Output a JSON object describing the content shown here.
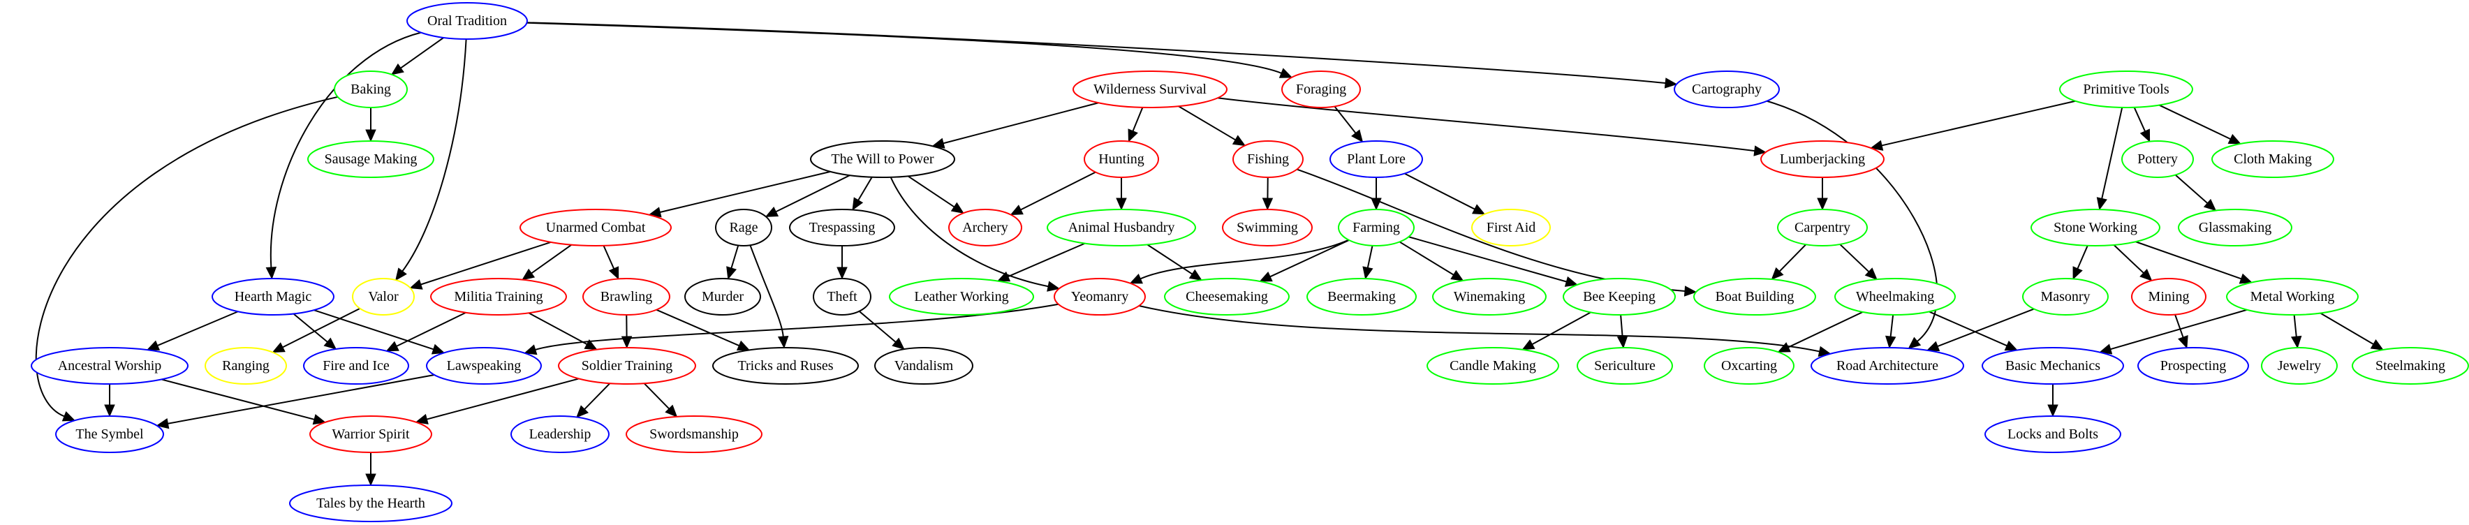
{
  "diagram": {
    "type": "directed-graph",
    "title": "",
    "legend_colors": {
      "blue": "#0000ff",
      "green": "#00ff00",
      "red": "#ff0000",
      "yellow": "#ffff00",
      "black": "#000000"
    },
    "nodes": [
      {
        "id": "oral_tradition",
        "label": "Oral Tradition",
        "color": "#0000ff"
      },
      {
        "id": "baking",
        "label": "Baking",
        "color": "#00ff00"
      },
      {
        "id": "sausage_making",
        "label": "Sausage Making",
        "color": "#00ff00"
      },
      {
        "id": "wilderness_survival",
        "label": "Wilderness Survival",
        "color": "#ff0000"
      },
      {
        "id": "foraging",
        "label": "Foraging",
        "color": "#ff0000"
      },
      {
        "id": "cartography",
        "label": "Cartography",
        "color": "#0000ff"
      },
      {
        "id": "primitive_tools",
        "label": "Primitive Tools",
        "color": "#00ff00"
      },
      {
        "id": "will_to_power",
        "label": "The Will to Power",
        "color": "#000000"
      },
      {
        "id": "hunting",
        "label": "Hunting",
        "color": "#ff0000"
      },
      {
        "id": "fishing",
        "label": "Fishing",
        "color": "#ff0000"
      },
      {
        "id": "plant_lore",
        "label": "Plant Lore",
        "color": "#0000ff"
      },
      {
        "id": "lumberjacking",
        "label": "Lumberjacking",
        "color": "#ff0000"
      },
      {
        "id": "pottery",
        "label": "Pottery",
        "color": "#00ff00"
      },
      {
        "id": "cloth_making",
        "label": "Cloth Making",
        "color": "#00ff00"
      },
      {
        "id": "unarmed_combat",
        "label": "Unarmed Combat",
        "color": "#ff0000"
      },
      {
        "id": "rage",
        "label": "Rage",
        "color": "#000000"
      },
      {
        "id": "trespassing",
        "label": "Trespassing",
        "color": "#000000"
      },
      {
        "id": "archery",
        "label": "Archery",
        "color": "#ff0000"
      },
      {
        "id": "animal_husbandry",
        "label": "Animal Husbandry",
        "color": "#00ff00"
      },
      {
        "id": "swimming",
        "label": "Swimming",
        "color": "#ff0000"
      },
      {
        "id": "farming",
        "label": "Farming",
        "color": "#00ff00"
      },
      {
        "id": "first_aid",
        "label": "First Aid",
        "color": "#ffff00"
      },
      {
        "id": "carpentry",
        "label": "Carpentry",
        "color": "#00ff00"
      },
      {
        "id": "stone_working",
        "label": "Stone Working",
        "color": "#00ff00"
      },
      {
        "id": "glassmaking",
        "label": "Glassmaking",
        "color": "#00ff00"
      },
      {
        "id": "hearth_magic",
        "label": "Hearth Magic",
        "color": "#0000ff"
      },
      {
        "id": "valor",
        "label": "Valor",
        "color": "#ffff00"
      },
      {
        "id": "militia_training",
        "label": "Militia Training",
        "color": "#ff0000"
      },
      {
        "id": "brawling",
        "label": "Brawling",
        "color": "#ff0000"
      },
      {
        "id": "murder",
        "label": "Murder",
        "color": "#000000"
      },
      {
        "id": "theft",
        "label": "Theft",
        "color": "#000000"
      },
      {
        "id": "leather_working",
        "label": "Leather Working",
        "color": "#00ff00"
      },
      {
        "id": "yeomanry",
        "label": "Yeomanry",
        "color": "#ff0000"
      },
      {
        "id": "cheesemaking",
        "label": "Cheesemaking",
        "color": "#00ff00"
      },
      {
        "id": "beermaking",
        "label": "Beermaking",
        "color": "#00ff00"
      },
      {
        "id": "winemaking",
        "label": "Winemaking",
        "color": "#00ff00"
      },
      {
        "id": "bee_keeping",
        "label": "Bee Keeping",
        "color": "#00ff00"
      },
      {
        "id": "boat_building",
        "label": "Boat Building",
        "color": "#00ff00"
      },
      {
        "id": "wheelmaking",
        "label": "Wheelmaking",
        "color": "#00ff00"
      },
      {
        "id": "masonry",
        "label": "Masonry",
        "color": "#00ff00"
      },
      {
        "id": "mining",
        "label": "Mining",
        "color": "#ff0000"
      },
      {
        "id": "metal_working",
        "label": "Metal Working",
        "color": "#00ff00"
      },
      {
        "id": "ancestral_worship",
        "label": "Ancestral Worship",
        "color": "#0000ff"
      },
      {
        "id": "ranging",
        "label": "Ranging",
        "color": "#ffff00"
      },
      {
        "id": "fire_and_ice",
        "label": "Fire and Ice",
        "color": "#0000ff"
      },
      {
        "id": "lawspeaking",
        "label": "Lawspeaking",
        "color": "#0000ff"
      },
      {
        "id": "soldier_training",
        "label": "Soldier Training",
        "color": "#ff0000"
      },
      {
        "id": "tricks_and_ruses",
        "label": "Tricks and Ruses",
        "color": "#000000"
      },
      {
        "id": "vandalism",
        "label": "Vandalism",
        "color": "#000000"
      },
      {
        "id": "candle_making",
        "label": "Candle Making",
        "color": "#00ff00"
      },
      {
        "id": "sericulture",
        "label": "Sericulture",
        "color": "#00ff00"
      },
      {
        "id": "oxcarting",
        "label": "Oxcarting",
        "color": "#00ff00"
      },
      {
        "id": "road_architecture",
        "label": "Road Architecture",
        "color": "#0000ff"
      },
      {
        "id": "basic_mechanics",
        "label": "Basic Mechanics",
        "color": "#0000ff"
      },
      {
        "id": "prospecting",
        "label": "Prospecting",
        "color": "#0000ff"
      },
      {
        "id": "jewelry",
        "label": "Jewelry",
        "color": "#00ff00"
      },
      {
        "id": "steelmaking",
        "label": "Steelmaking",
        "color": "#00ff00"
      },
      {
        "id": "the_symbel",
        "label": "The Symbel",
        "color": "#0000ff"
      },
      {
        "id": "warrior_spirit",
        "label": "Warrior Spirit",
        "color": "#ff0000"
      },
      {
        "id": "leadership",
        "label": "Leadership",
        "color": "#0000ff"
      },
      {
        "id": "swordsmanship",
        "label": "Swordsmanship",
        "color": "#ff0000"
      },
      {
        "id": "locks_and_bolts",
        "label": "Locks and Bolts",
        "color": "#0000ff"
      },
      {
        "id": "tales_by_the_hearth",
        "label": "Tales by the Hearth",
        "color": "#0000ff"
      }
    ],
    "edges": [
      {
        "from": "oral_tradition",
        "to": "baking"
      },
      {
        "from": "oral_tradition",
        "to": "hearth_magic"
      },
      {
        "from": "oral_tradition",
        "to": "valor"
      },
      {
        "from": "oral_tradition",
        "to": "foraging"
      },
      {
        "from": "oral_tradition",
        "to": "cartography"
      },
      {
        "from": "baking",
        "to": "sausage_making"
      },
      {
        "from": "baking",
        "to": "the_symbel"
      },
      {
        "from": "wilderness_survival",
        "to": "will_to_power"
      },
      {
        "from": "wilderness_survival",
        "to": "hunting"
      },
      {
        "from": "wilderness_survival",
        "to": "fishing"
      },
      {
        "from": "wilderness_survival",
        "to": "lumberjacking"
      },
      {
        "from": "foraging",
        "to": "plant_lore"
      },
      {
        "from": "cartography",
        "to": "road_architecture"
      },
      {
        "from": "primitive_tools",
        "to": "lumberjacking"
      },
      {
        "from": "primitive_tools",
        "to": "stone_working"
      },
      {
        "from": "primitive_tools",
        "to": "pottery"
      },
      {
        "from": "primitive_tools",
        "to": "cloth_making"
      },
      {
        "from": "will_to_power",
        "to": "unarmed_combat"
      },
      {
        "from": "will_to_power",
        "to": "rage"
      },
      {
        "from": "will_to_power",
        "to": "trespassing"
      },
      {
        "from": "will_to_power",
        "to": "archery"
      },
      {
        "from": "will_to_power",
        "to": "yeomanry"
      },
      {
        "from": "hunting",
        "to": "archery"
      },
      {
        "from": "hunting",
        "to": "animal_husbandry"
      },
      {
        "from": "fishing",
        "to": "swimming"
      },
      {
        "from": "fishing",
        "to": "boat_building"
      },
      {
        "from": "plant_lore",
        "to": "farming"
      },
      {
        "from": "plant_lore",
        "to": "first_aid"
      },
      {
        "from": "lumberjacking",
        "to": "carpentry"
      },
      {
        "from": "pottery",
        "to": "glassmaking"
      },
      {
        "from": "unarmed_combat",
        "to": "valor"
      },
      {
        "from": "unarmed_combat",
        "to": "militia_training"
      },
      {
        "from": "unarmed_combat",
        "to": "brawling"
      },
      {
        "from": "rage",
        "to": "murder"
      },
      {
        "from": "rage",
        "to": "tricks_and_ruses"
      },
      {
        "from": "trespassing",
        "to": "theft"
      },
      {
        "from": "animal_husbandry",
        "to": "leather_working"
      },
      {
        "from": "animal_husbandry",
        "to": "cheesemaking"
      },
      {
        "from": "farming",
        "to": "yeomanry"
      },
      {
        "from": "farming",
        "to": "cheesemaking"
      },
      {
        "from": "farming",
        "to": "beermaking"
      },
      {
        "from": "farming",
        "to": "winemaking"
      },
      {
        "from": "farming",
        "to": "bee_keeping"
      },
      {
        "from": "carpentry",
        "to": "boat_building"
      },
      {
        "from": "carpentry",
        "to": "wheelmaking"
      },
      {
        "from": "stone_working",
        "to": "masonry"
      },
      {
        "from": "stone_working",
        "to": "mining"
      },
      {
        "from": "stone_working",
        "to": "metal_working"
      },
      {
        "from": "hearth_magic",
        "to": "ancestral_worship"
      },
      {
        "from": "hearth_magic",
        "to": "fire_and_ice"
      },
      {
        "from": "hearth_magic",
        "to": "lawspeaking"
      },
      {
        "from": "valor",
        "to": "ranging"
      },
      {
        "from": "militia_training",
        "to": "fire_and_ice"
      },
      {
        "from": "militia_training",
        "to": "soldier_training"
      },
      {
        "from": "brawling",
        "to": "soldier_training"
      },
      {
        "from": "brawling",
        "to": "tricks_and_ruses"
      },
      {
        "from": "theft",
        "to": "vandalism"
      },
      {
        "from": "yeomanry",
        "to": "lawspeaking"
      },
      {
        "from": "yeomanry",
        "to": "road_architecture"
      },
      {
        "from": "bee_keeping",
        "to": "candle_making"
      },
      {
        "from": "bee_keeping",
        "to": "sericulture"
      },
      {
        "from": "wheelmaking",
        "to": "oxcarting"
      },
      {
        "from": "wheelmaking",
        "to": "road_architecture"
      },
      {
        "from": "wheelmaking",
        "to": "basic_mechanics"
      },
      {
        "from": "masonry",
        "to": "road_architecture"
      },
      {
        "from": "mining",
        "to": "prospecting"
      },
      {
        "from": "metal_working",
        "to": "basic_mechanics"
      },
      {
        "from": "metal_working",
        "to": "jewelry"
      },
      {
        "from": "metal_working",
        "to": "steelmaking"
      },
      {
        "from": "ancestral_worship",
        "to": "the_symbel"
      },
      {
        "from": "ancestral_worship",
        "to": "warrior_spirit"
      },
      {
        "from": "lawspeaking",
        "to": "the_symbel"
      },
      {
        "from": "soldier_training",
        "to": "warrior_spirit"
      },
      {
        "from": "soldier_training",
        "to": "leadership"
      },
      {
        "from": "soldier_training",
        "to": "swordsmanship"
      },
      {
        "from": "basic_mechanics",
        "to": "locks_and_bolts"
      },
      {
        "from": "warrior_spirit",
        "to": "tales_by_the_hearth"
      }
    ]
  }
}
